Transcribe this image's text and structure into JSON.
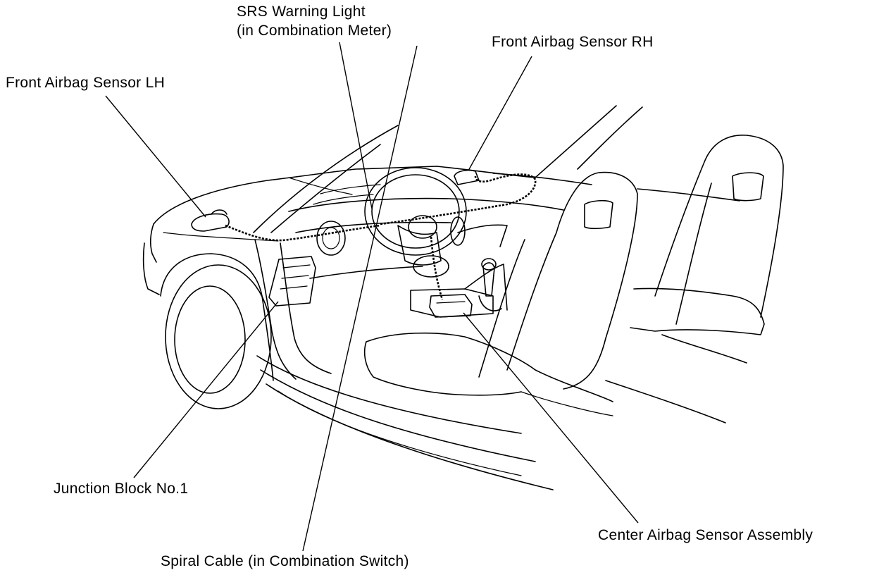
{
  "labels": {
    "srs_warning_light_line1": "SRS Warning Light",
    "srs_warning_light_line2": "(in Combination Meter)",
    "front_airbag_sensor_rh": "Front Airbag Sensor RH",
    "front_airbag_sensor_lh": "Front Airbag Sensor LH",
    "junction_block": "Junction Block No.1",
    "center_airbag_sensor": "Center Airbag Sensor Assembly",
    "spiral_cable": "Spiral Cable (in Combination Switch)"
  }
}
